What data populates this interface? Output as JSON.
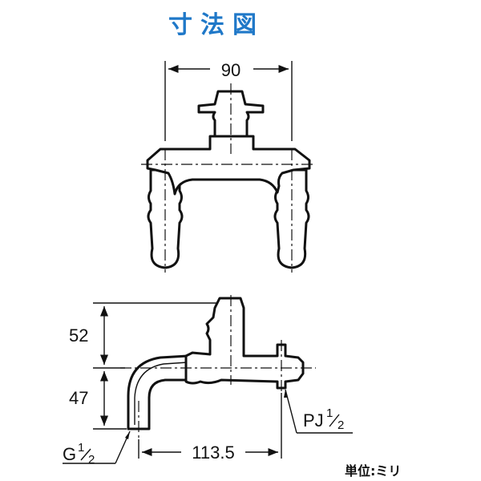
{
  "title": "寸法図",
  "colors": {
    "title": "#1f78c8",
    "line": "#111111",
    "body": "#ffffff"
  },
  "dimensions": {
    "width_top": "90",
    "height_upper": "52",
    "height_lower": "47",
    "length": "113.5"
  },
  "threads": {
    "inlet_label": "G",
    "inlet_frac_num": "1",
    "inlet_frac_den": "2",
    "hose_label": "PJ",
    "hose_frac_num": "1",
    "hose_frac_den": "2"
  },
  "unit_label": "単位:ミリ"
}
